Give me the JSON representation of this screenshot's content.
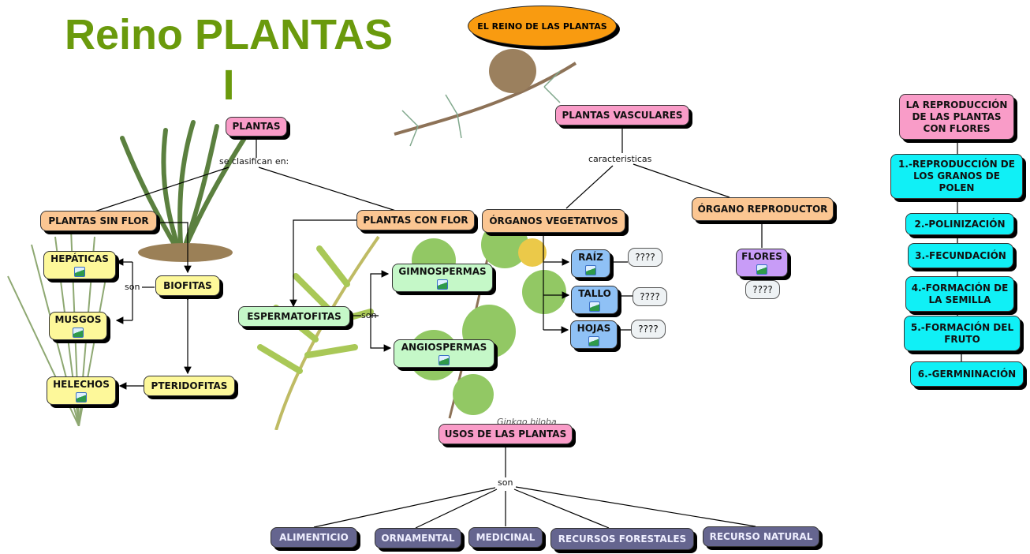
{
  "title": "Reino PLANTAS I",
  "title_line1": "Reino PLANTAS",
  "title_line2": "I",
  "header_ellipse": "EL REINO DE LAS PLANTAS",
  "colors": {
    "title": "#6a9a0c",
    "ellipse": "#f99b10",
    "pink": "#f99cc8",
    "peach": "#fbc692",
    "yellow": "#fdf89a",
    "mint": "#c5f8c8",
    "blue": "#8fc1f5",
    "purple": "#c89cf7",
    "cyan": "#10f0f6",
    "slate": "#65658f"
  },
  "plantas": {
    "root": "PLANTAS",
    "link": "se clasifican en:",
    "sin_flor": {
      "label": "PLANTAS SIN FLOR",
      "biofitas": "BIOFITAS",
      "biofitas_link": "son",
      "hepaticas": "HEPÁTICAS",
      "musgos": "MUSGOS",
      "pteridofitas": "PTERIDOFITAS",
      "helechos": "HELECHOS"
    },
    "con_flor": {
      "label": "PLANTAS CON FLOR",
      "espermatofitas": "ESPERMATOFITAS",
      "link": "son",
      "gimnospermas": "GIMNOSPERMAS",
      "angiospermas": "ANGIOSPERMAS"
    }
  },
  "vasculares": {
    "root": "PLANTAS VASCULARES",
    "link": "caracteristicas",
    "vegetativos": "ÓRGANOS VEGETATIVOS",
    "raiz": "RAÍZ",
    "tallo": "TALLO",
    "hojas": "HOJAS",
    "reproductor": "ÓRGANO REPRODUCTOR",
    "flores": "FLORES",
    "placeholder": "????"
  },
  "usos": {
    "root": "USOS DE LAS PLANTAS",
    "link": "son",
    "items": [
      "ALIMENTICIO",
      "ORNAMENTAL",
      "MEDICINAL",
      "RECURSOS FORESTALES",
      "RECURSO NATURAL"
    ]
  },
  "reproduccion": {
    "root": "LA REPRODUCCIÓN DE LAS PLANTAS CON FLORES",
    "steps": [
      "1.-REPRODUCCIÓN DE LOS GRANOS DE POLEN",
      "2.-POLINIZACIÓN",
      "3.-FECUNDACIÓN",
      "4.-FORMACIÓN DE LA SEMILLA",
      "5.-FORMACIÓN DEL FRUTO",
      "6.-GERMNINACIÓN"
    ]
  },
  "background_caption": "Ginkgo biloba"
}
